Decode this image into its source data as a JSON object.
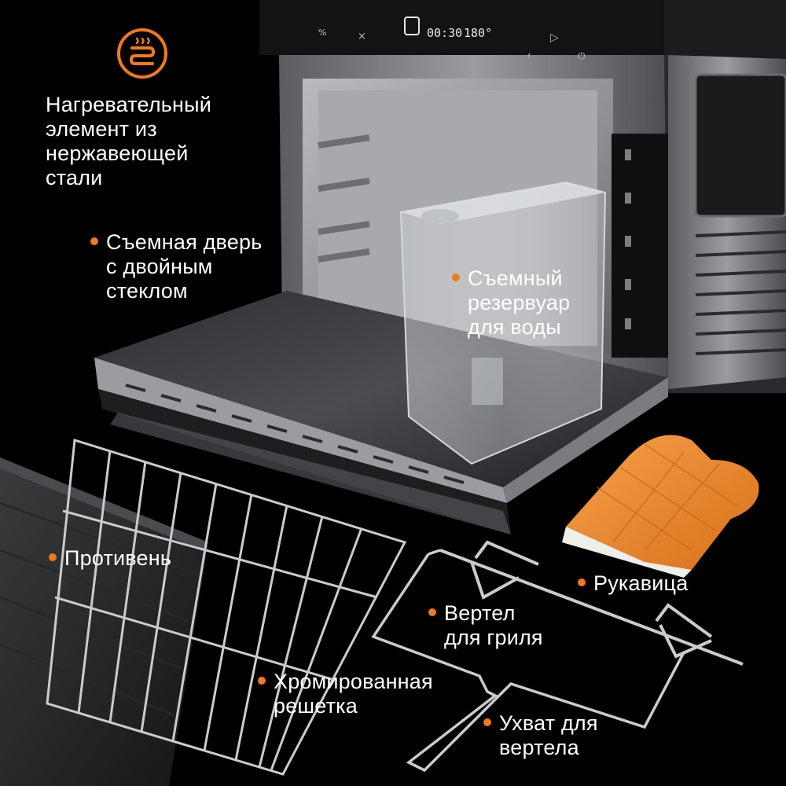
{
  "colors": {
    "accent": "#f07a1c",
    "background": "#000000",
    "mitt": "#f08c2a"
  },
  "icons": [
    "heating-element-icon"
  ],
  "oven_display": {
    "time": "00:30",
    "temperature": "180°"
  },
  "labels": {
    "heating_element": [
      "Нагревательный",
      "элемент из",
      "нержавеющей",
      "стали"
    ],
    "door": [
      "Съемная дверь",
      "с двойным",
      "стеклом"
    ],
    "water_tank": [
      "Съемный",
      "резервуар",
      "для воды"
    ],
    "tray": [
      "Противень"
    ],
    "mitt": [
      "Рукавица"
    ],
    "spit": [
      "Вертел",
      "для гриля"
    ],
    "rack": [
      "Хромированная",
      "решетка"
    ],
    "spit_holder": [
      "Ухват для",
      "вертела"
    ]
  }
}
